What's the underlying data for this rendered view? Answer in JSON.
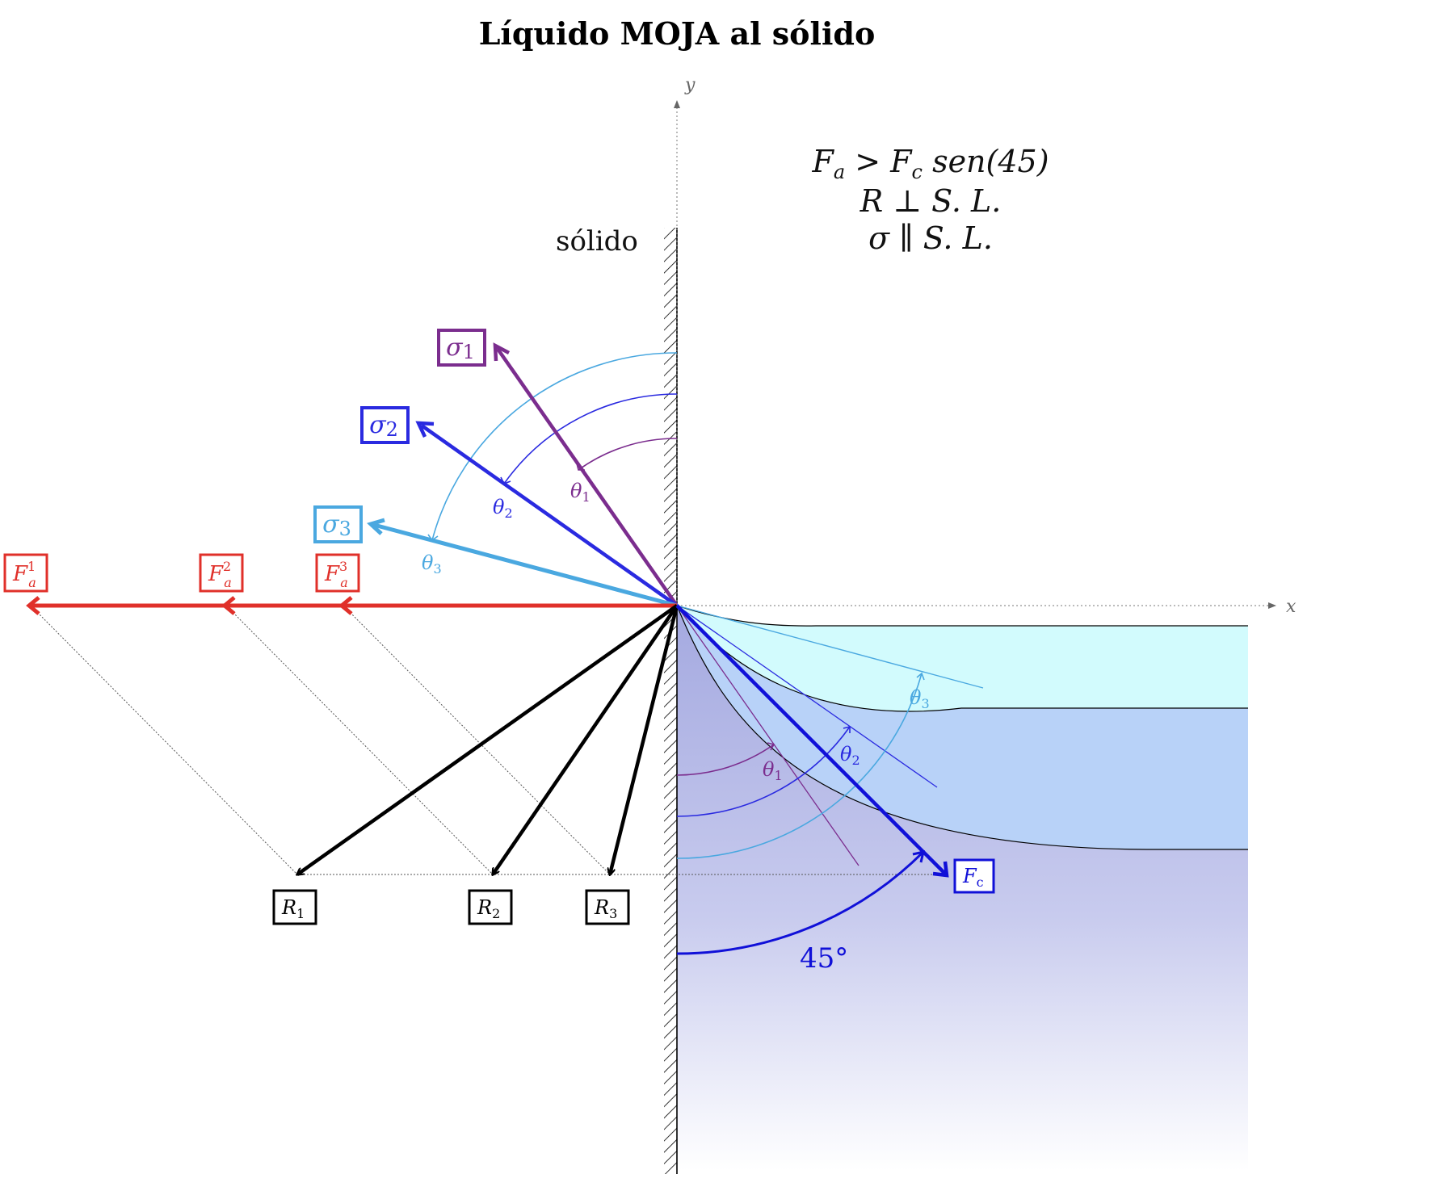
{
  "title": "Líquido MOJA al sólido",
  "axes": {
    "x_label": "x",
    "y_label": "y"
  },
  "solid_label": "sólido",
  "conditions": {
    "line1": {
      "a": "F",
      "a_sub": "a",
      "op": " > ",
      "b": "F",
      "b_sub": "c",
      "tail": " sen(45)"
    },
    "line2": "R ⊥ S. L.",
    "line3": "σ ∥ S. L."
  },
  "sigma_labels": [
    {
      "base": "σ",
      "sub": "1"
    },
    {
      "base": "σ",
      "sub": "2"
    },
    {
      "base": "σ",
      "sub": "3"
    }
  ],
  "theta_labels": [
    {
      "base": "θ",
      "sub": "1"
    },
    {
      "base": "θ",
      "sub": "2"
    },
    {
      "base": "θ",
      "sub": "3"
    }
  ],
  "fa_labels": [
    {
      "base": "F",
      "sub": "a",
      "sup": "1"
    },
    {
      "base": "F",
      "sub": "a",
      "sup": "2"
    },
    {
      "base": "F",
      "sub": "a",
      "sup": "3"
    }
  ],
  "r_labels": [
    {
      "base": "R",
      "sub": "1"
    },
    {
      "base": "R",
      "sub": "2"
    },
    {
      "base": "R",
      "sub": "3"
    }
  ],
  "fc_label": {
    "base": "F",
    "sub": "c"
  },
  "angle_label": "45°",
  "colors": {
    "purple": "#7b2d8e",
    "blue": "#2a2ae0",
    "lightblue": "#4aa8e0",
    "red": "#e0302a",
    "black": "#000000",
    "fc_blue": "#1010d8",
    "liquid_top": "#d4fbfd",
    "liquid_mid": "#bcd4f8",
    "liquid_deep": "#a8aee2"
  }
}
